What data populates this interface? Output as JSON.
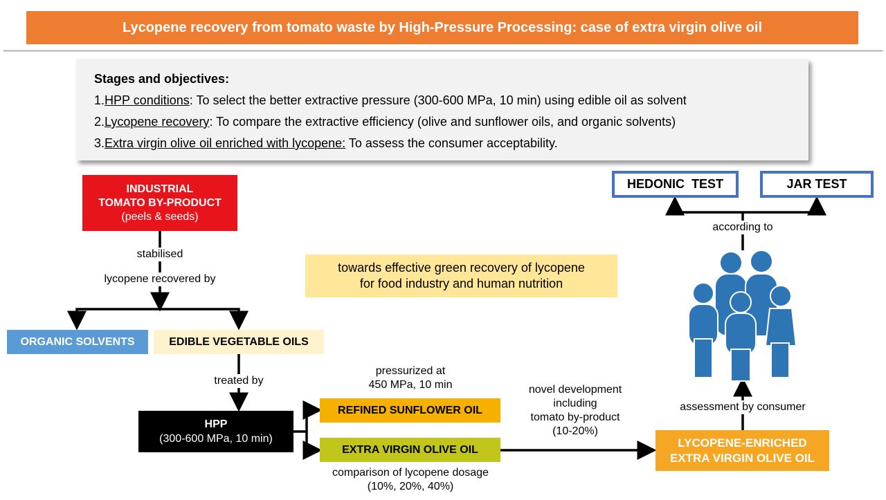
{
  "title": "Lycopene recovery from tomato waste by High-Pressure Processing: case of extra virgin olive oil",
  "objectives": {
    "heading": "Stages and objectives:",
    "items": [
      {
        "num": "1.",
        "key": "HPP conditions",
        "text": ": To select the better extractive pressure (300-600 MPa, 10 min) using edible oil as solvent"
      },
      {
        "num": "2.",
        "key": "Lycopene recovery",
        "text": ": To compare the extractive efficiency (olive and sunflower oils, and organic solvents)"
      },
      {
        "num": "3.",
        "key": "Extra virgin olive oil enriched with lycopene:",
        "text": " To assess the consumer acceptability."
      }
    ]
  },
  "nodes": {
    "tomato": [
      "INDUSTRIAL",
      "TOMATO BY-PRODUCT",
      "(peels & seeds)"
    ],
    "organic": "ORGANIC SOLVENTS",
    "edible": "EDIBLE VEGETABLE OILS",
    "hpp": [
      "HPP",
      "(300-600 MPa, 10 min)"
    ],
    "sunflower": "REFINED SUNFLOWER OIL",
    "evoo": "EXTRA VIRGIN OLIVE OIL",
    "enriched": [
      "LYCOPENE-ENRICHED",
      "EXTRA VIRGIN OLIVE OIL"
    ],
    "hedonic": "HEDONIC  TEST",
    "jar": "JAR TEST",
    "green": [
      "towards effective green recovery of lycopene",
      "for food industry and human nutrition"
    ]
  },
  "labels": {
    "stabilised": "stabilised",
    "recovered": "lycopene recovered by",
    "treated": "treated by",
    "pressurized": [
      "pressurized at",
      "450 MPa, 10 min"
    ],
    "comparison": [
      "comparison of lycopene dosage",
      "(10%, 20%, 40%)"
    ],
    "novel": [
      "novel development",
      "including",
      "tomato by-product",
      "(10-20%)"
    ],
    "assessment": "assessment by consumer",
    "according": "according to"
  },
  "colors": {
    "title": "#EE7D31",
    "tomato": "#E8141B",
    "organic": "#5B9BD5",
    "edible": "#FFF2CC",
    "sunflower": "#F5B000",
    "evoo": "#C2C61A",
    "enriched": "#F5A623",
    "people": "#2E75B6",
    "test_border": "#4472C4",
    "green_box": "#FFE699"
  }
}
